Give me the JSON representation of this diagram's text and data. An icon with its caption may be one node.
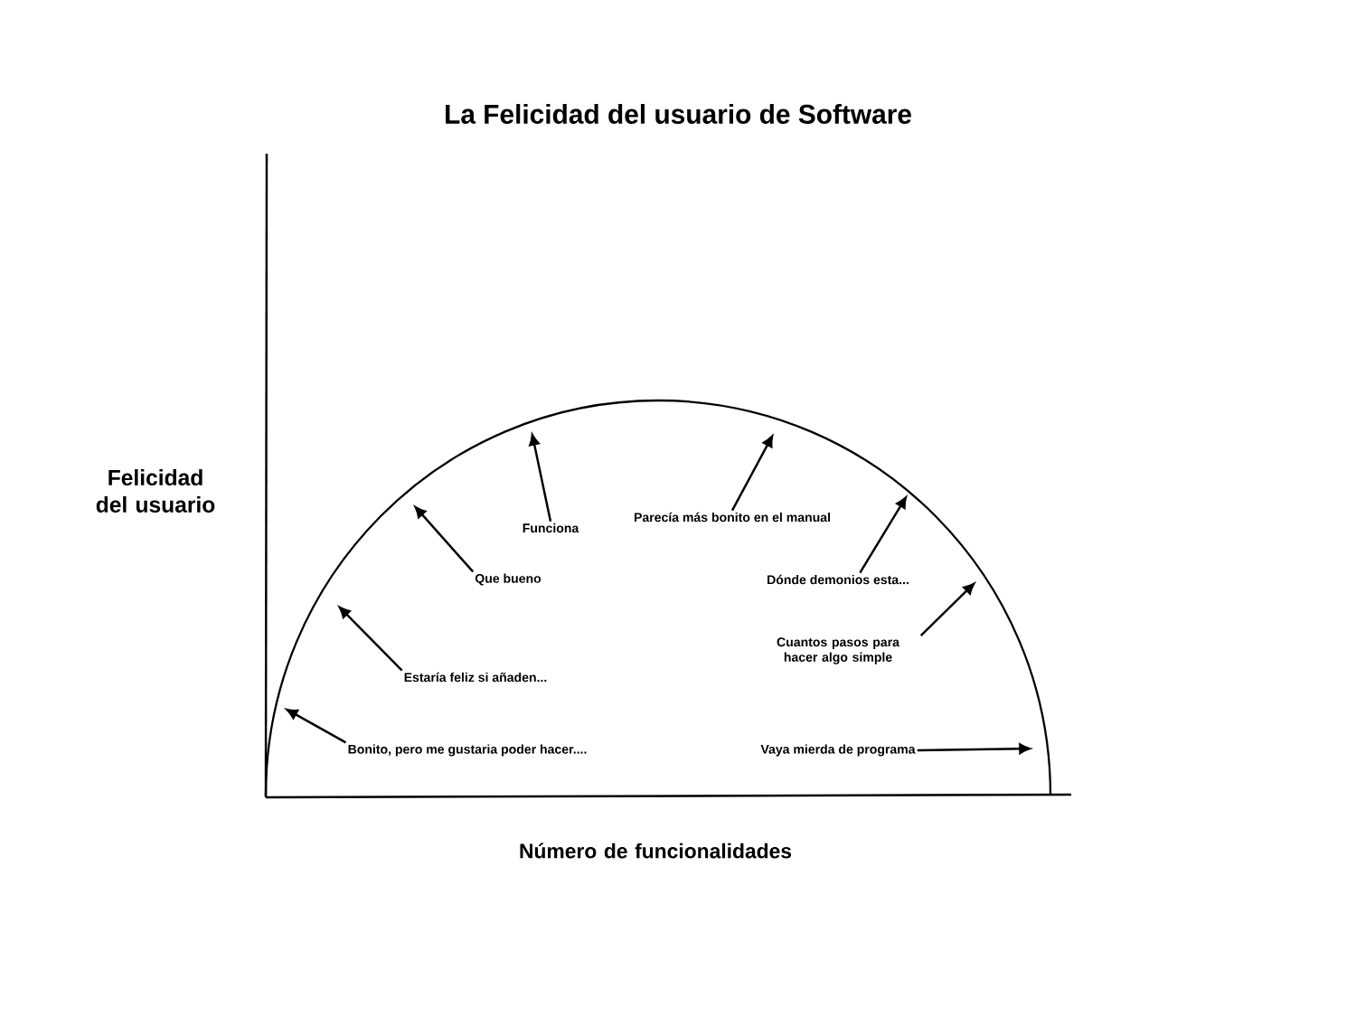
{
  "diagram": {
    "title": "La Felicidad del usuario de Software",
    "nodes": [
      {
        "text": [
          "Bonito, pero me gustaria poder hacer...."
        ]
      },
      {
        "text": [
          "Estaría feliz si añaden..."
        ]
      },
      {
        "text": [
          "Que bueno"
        ]
      },
      {
        "text": [
          "Funciona"
        ]
      },
      {
        "text": [
          "Parecía más bonito en el manual"
        ]
      },
      {
        "text": [
          "Dónde demonios esta..."
        ]
      },
      {
        "text": [
          "Cuantos pasos para hacer algo simple"
        ]
      },
      {
        "text": [
          "Vaya mierda de programa"
        ]
      }
    ],
    "edges": [
      {
        "from": 0,
        "to": null,
        "arrow": "to"
      },
      {
        "from": 1,
        "to": null,
        "arrow": "to"
      },
      {
        "from": 2,
        "to": null,
        "arrow": "to"
      },
      {
        "from": 3,
        "to": null,
        "arrow": "to"
      },
      {
        "from": 4,
        "to": null,
        "arrow": "to"
      },
      {
        "from": 5,
        "to": null,
        "arrow": "to"
      },
      {
        "from": 6,
        "to": null,
        "arrow": "to"
      },
      {
        "from": 7,
        "to": null,
        "arrow": "to"
      }
    ],
    "labels": [
      "Felicidad del usuario",
      "Número de funcionalidades"
    ]
  }
}
